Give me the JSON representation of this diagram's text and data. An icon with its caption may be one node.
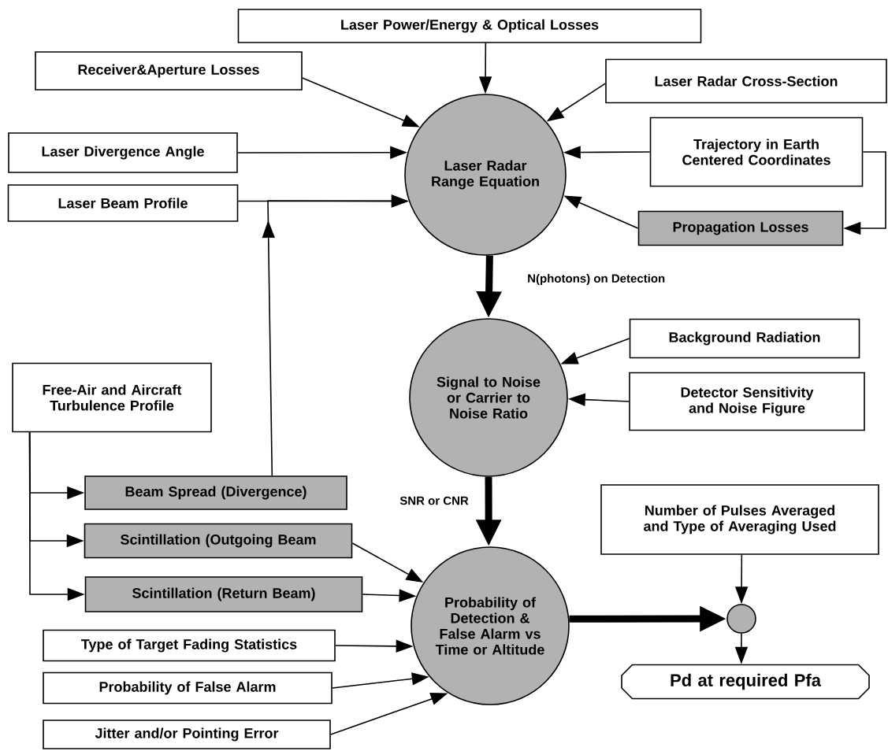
{
  "diagram": {
    "nodes": [
      {
        "text": [
          "Laser Power/Energy & Optical Losses"
        ]
      },
      {
        "text": [
          "Receiver&Aperture Losses"
        ]
      },
      {
        "text": [
          "Laser Radar Cross-Section"
        ]
      },
      {
        "text": [
          "Laser Divergence Angle"
        ]
      },
      {
        "text": [
          "Trajectory in Earth Centered Coordinates"
        ]
      },
      {
        "text": [
          "Laser Beam Profile"
        ]
      },
      {
        "text": [
          "Laser Radar Range Equation"
        ]
      },
      {
        "text": [
          "Propagation Losses"
        ]
      },
      {
        "text": [
          "Background Radiation"
        ]
      },
      {
        "text": [
          "Signal to Noise or Carrier to Noise Ratio"
        ]
      },
      {
        "text": [
          "Free-Air and Aircraft Turbulence Profile"
        ]
      },
      {
        "text": [
          "Detector Sensitivity and Noise Figure"
        ]
      },
      {
        "text": [
          "Beam Spread (Divergence)"
        ]
      },
      {
        "text": [
          "Number of Pulses Averaged and Type of Averaging Used"
        ]
      },
      {
        "text": [
          "Scintillation (Outgoing Beam"
        ]
      },
      {
        "text": [
          "Scintillation (Return Beam)"
        ]
      },
      {
        "text": [
          "Probability of Detection & False Alarm vs Time or Altitude"
        ]
      },
      {
        "text": [],
        "shape": "circle"
      },
      {
        "text": [
          "Type of Target Fading Statistics"
        ]
      },
      {
        "text": [
          "Pd at required Pfa"
        ]
      },
      {
        "text": [
          "Probability of False Alarm"
        ]
      },
      {
        "text": [
          "Jitter and/or Pointing Error"
        ]
      }
    ],
    "edges": [
      {
        "from": 0,
        "to": 6,
        "arrow": "to"
      },
      {
        "from": 1,
        "to": 6,
        "arrow": "to"
      },
      {
        "from": 2,
        "to": 6,
        "arrow": "to"
      },
      {
        "from": 3,
        "to": 6,
        "arrow": "to"
      },
      {
        "from": 4,
        "to": 6,
        "arrow": "to"
      },
      {
        "from": 5,
        "to": 6,
        "arrow": "to"
      },
      {
        "from": 7,
        "to": 6,
        "arrow": "to"
      },
      {
        "from": 4,
        "to": 7,
        "arrow": "to"
      },
      {
        "from": 6,
        "to": 9,
        "arrow": "to",
        "label": "N(photons) on Detection",
        "style": "thick"
      },
      {
        "from": 8,
        "to": 9,
        "arrow": "to"
      },
      {
        "from": 11,
        "to": 9,
        "arrow": "to"
      },
      {
        "from": 9,
        "to": 16,
        "arrow": "to",
        "label": "SNR or CNR",
        "style": "thick"
      },
      {
        "from": 10,
        "to": 12,
        "arrow": "to"
      },
      {
        "from": 10,
        "to": 14,
        "arrow": "to"
      },
      {
        "from": 10,
        "to": 15,
        "arrow": "to"
      },
      {
        "from": 12,
        "to": 6,
        "arrow": "to"
      },
      {
        "from": 14,
        "to": 16,
        "arrow": "to"
      },
      {
        "from": 15,
        "to": 16,
        "arrow": "to"
      },
      {
        "from": 18,
        "to": 16,
        "arrow": "to"
      },
      {
        "from": 20,
        "to": 16,
        "arrow": "to"
      },
      {
        "from": 21,
        "to": 16,
        "arrow": "to"
      },
      {
        "from": 16,
        "to": 17,
        "arrow": "to",
        "style": "thick"
      },
      {
        "from": 13,
        "to": 17,
        "arrow": "to"
      },
      {
        "from": 17,
        "to": 19,
        "arrow": "to"
      }
    ]
  }
}
